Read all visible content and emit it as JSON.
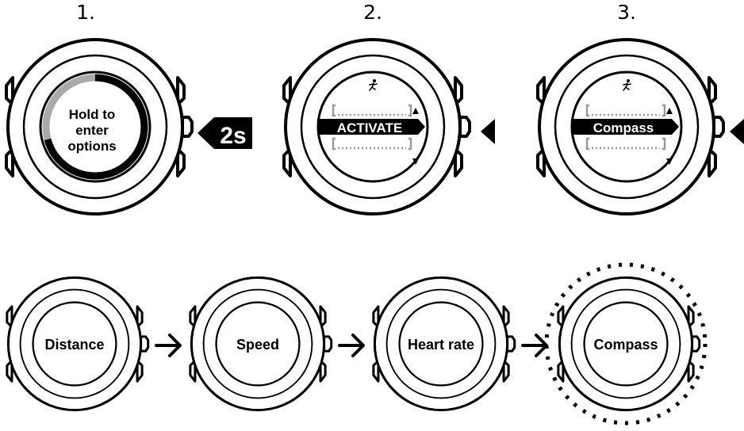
{
  "steps": [
    {
      "number": "1.",
      "screen_text": [
        "Hold to",
        "enter",
        "options"
      ],
      "press_label": "2s"
    },
    {
      "number": "2.",
      "highlighted_item": "ACTIVATE",
      "placeholder": "[..............]"
    },
    {
      "number": "3.",
      "highlighted_item": "Compass",
      "placeholder": "[..............]"
    }
  ],
  "sequence": [
    "Distance",
    "Speed",
    "Heart rate",
    "Compass"
  ],
  "icons": {
    "activity": "running-person-icon",
    "scroll_up": "triangle-up-icon",
    "scroll_down": "triangle-down-icon",
    "press": "left-arrow-icon",
    "next": "right-arrow-icon"
  },
  "colors": {
    "ink": "#000000",
    "paper": "#ffffff",
    "progress": "#aaaaaa",
    "placeholder": "#999999"
  }
}
